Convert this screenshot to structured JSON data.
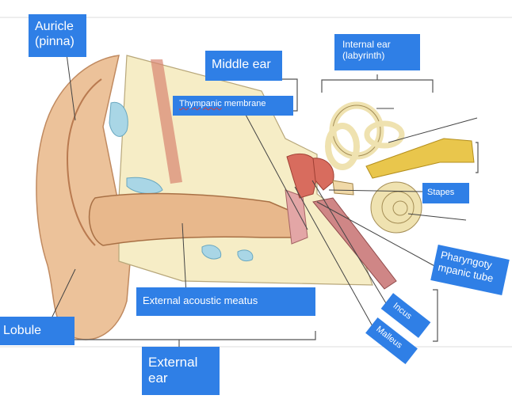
{
  "labels": {
    "auricle": "Auricle\n(pinna)",
    "middle_ear": "Middle ear",
    "internal_ear": "Internal ear\n(labyrinth)",
    "tympanic_word": "Thympanic",
    "tympanic_rest": " membrane",
    "stapes": "Stapes",
    "pharyngotympanic": "Pharyngoty\nmpanic tube",
    "external_meatus": "External acoustic meatus",
    "incus": "Incus",
    "malleus": "Malleus",
    "lobule": "Lobule",
    "external_ear": "External\near"
  },
  "colors": {
    "label_bg": "#2f7fe6",
    "label_text": "#ffffff",
    "skin": "#ecc29a",
    "bone": "#f6edc6",
    "canal_fluid": "#a9d6e6",
    "ossicle": "#d86c5e",
    "nerve": "#e9c64c",
    "bracket": "#555555"
  }
}
